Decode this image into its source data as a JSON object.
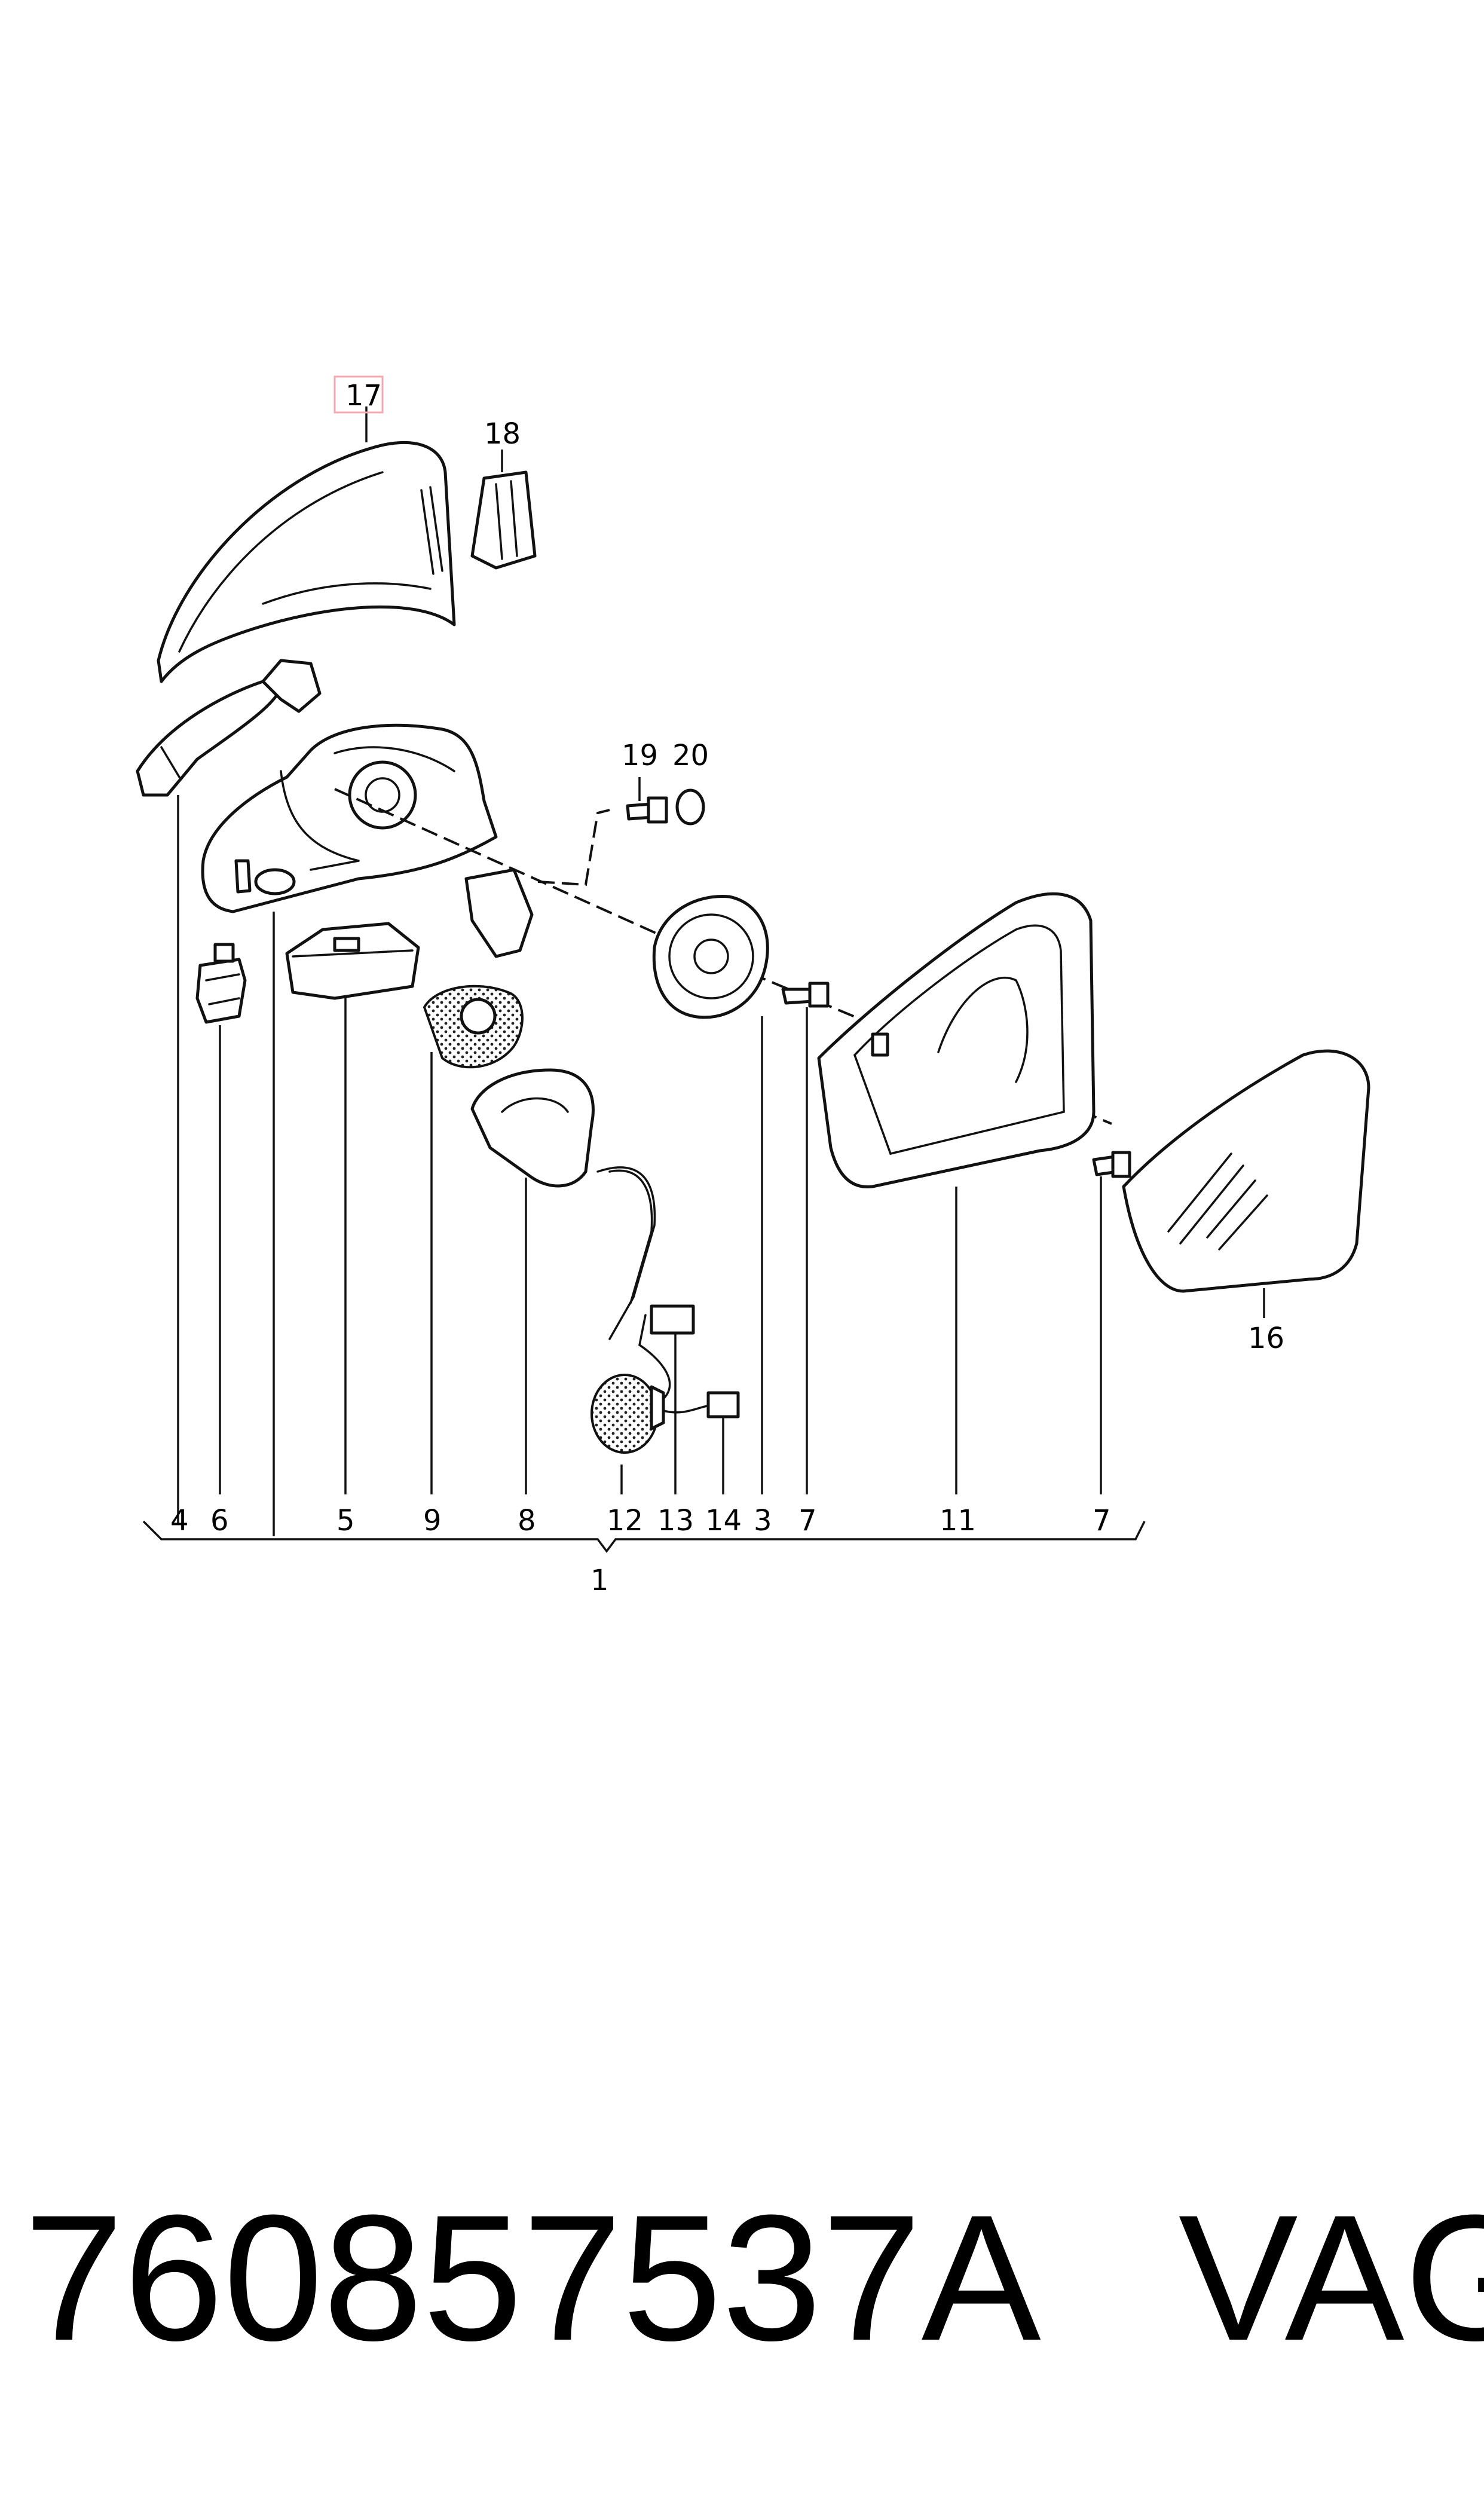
{
  "callouts": {
    "c1": "1",
    "c3": "3",
    "c4": "4",
    "c5": "5",
    "c6": "6",
    "c7a": "7",
    "c7b": "7",
    "c8": "8",
    "c9": "9",
    "c11": "11",
    "c12": "12",
    "c13": "13",
    "c14": "14",
    "c16": "16",
    "c17": "17",
    "c18": "18",
    "c19": "19",
    "c20": "20"
  },
  "highlight_color": "#f4aab0",
  "caption": {
    "part_number": "760857537A",
    "brand": "VAG"
  }
}
